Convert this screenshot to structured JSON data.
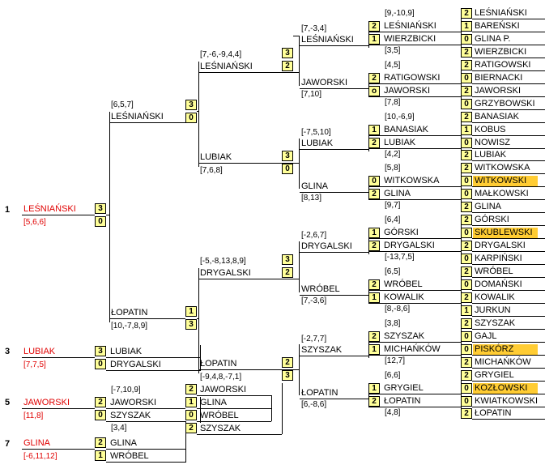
{
  "ranks": [
    "1",
    "3",
    "5",
    "7"
  ],
  "seed1": {
    "name": "LEŚNIAŃSKI",
    "note": "[5,6,6]",
    "score": "3",
    "opp_score": "0"
  },
  "seed3": {
    "name": "LUBIAK",
    "note": "[7,7,5]",
    "s1": "3",
    "n1": "LUBIAK",
    "s2": "0",
    "n2": "DRYGALSKI"
  },
  "seed5": {
    "name": "JAWORSKI",
    "note": "[11,8]",
    "top_note": "[-7,10,9]",
    "s1": "2",
    "n1": "JAWORSKI",
    "s2": "0",
    "n2": "SZYSZAK"
  },
  "seed7": {
    "name": "GLINA",
    "note": "[-6,11,12]",
    "top_note": "[3,4]",
    "s1": "2",
    "n1": "GLINA",
    "s2": "1",
    "n2": "WRÓBEL"
  },
  "p56": {
    "s1": "2",
    "n1": "JAWORSKI",
    "s2": "1",
    "n2": "GLINA",
    "s3": "0",
    "n3": "WRÓBEL",
    "s4": "2",
    "n4": "SZYSZAK"
  },
  "semi": {
    "top_name": "LEŚNIAŃSKI",
    "top_note": "[6,5,7]",
    "top_s": "3",
    "bot_s": "0",
    "low_name": "ŁOPATIN",
    "low_note": "[10,-7,8,9]",
    "low_s1": "1",
    "low_s2": "3"
  },
  "qf": {
    "a_name": "LEŚNIAŃSKI",
    "a_note": "[7,-6,-9,4,4]",
    "a_s1": "3",
    "a_s2": "2",
    "b_name": "LUBIAK",
    "b_note": "[7,6,8]",
    "b_s1": "3",
    "b_s2": "0",
    "c_name": "DRYGALSKI",
    "c_note": "[-5,-8,13,8,9]",
    "c_s1": "3",
    "c_s2": "2",
    "d_name": "ŁOPATIN",
    "d_note": "[-9,4,8,-7,1]",
    "d_s1": "2",
    "d_s2": "3"
  },
  "r16": [
    {
      "note_top": "[7,-3,4]",
      "name": "LEŚNIAŃSKI",
      "name2": "JAWORSKI",
      "note_bot": "[7,10]"
    },
    {
      "note_top": "[-7,5,10]",
      "name": "LUBIAK",
      "name2": "GLINA",
      "note_bot": "[8,13]"
    },
    {
      "note_top": "[-2,6,7]",
      "name": "DRYGALSKI",
      "name2": "WRÓBEL",
      "note_bot": "[7,-3,6]"
    },
    {
      "note_top": "[-2,7,7]",
      "name": "SZYSZAK",
      "name2": "ŁOPATIN",
      "note_bot": "[6,-8,6]"
    }
  ],
  "r32": [
    {
      "n1": "LEŚNIAŃSKI",
      "s1": "2",
      "n2": "WIERZBICKI",
      "s2": "1",
      "note_top": "[9,-10,9]",
      "note_bot": "[3,5]"
    },
    {
      "n1": "RATIGOWSKI",
      "s1": "2",
      "n2": "JAWORSKI",
      "s2": "o",
      "note_top": "[4,5]",
      "note_bot": "[7,8]"
    },
    {
      "n1": "BANASIAK",
      "s1": "1",
      "n2": "LUBIAK",
      "s2": "2",
      "note_top": "[10,-6,9]",
      "note_bot": "[4,2]"
    },
    {
      "n1": "WITKOWSKA",
      "s1": "0",
      "n2": "GLINA",
      "s2": "2",
      "note_top": "[5,8]",
      "note_bot": "[9,7]"
    },
    {
      "n1": "GÓRSKI",
      "s1": "1",
      "n2": "DRYGALSKI",
      "s2": "2",
      "note_top": "[6,4]",
      "note_bot": "[-13,7,5]"
    },
    {
      "n1": "WRÓBEL",
      "s1": "2",
      "n2": "KOWALIK",
      "s2": "1",
      "note_top": "[6,5]",
      "note_bot": "[8,-8,6]"
    },
    {
      "n1": "SZYSZAK",
      "s1": "2",
      "n2": "MICHAŃKÓW",
      "s2": "1",
      "note_top": "[3,8]",
      "note_bot": "[12,7]"
    },
    {
      "n1": "GRYGIEL",
      "s1": "1",
      "n2": "ŁOPATIN",
      "s2": "2",
      "note_top": "[6,6]",
      "note_bot": "[4,8]"
    }
  ],
  "r64": [
    {
      "s": "2",
      "n": "LEŚNIAŃSKI",
      "hl": false
    },
    {
      "s": "1",
      "n": "BAREŃSKI",
      "hl": false
    },
    {
      "s": "0",
      "n": "GLINA P.",
      "hl": false
    },
    {
      "s": "2",
      "n": "WIERZBICKI",
      "hl": false
    },
    {
      "s": "2",
      "n": "RATIGOWSKI",
      "hl": false
    },
    {
      "s": "0",
      "n": "BIERNACKI",
      "hl": false
    },
    {
      "s": "2",
      "n": "JAWORSKI",
      "hl": false
    },
    {
      "s": "0",
      "n": "GRZYBOWSKI",
      "hl": false
    },
    {
      "s": "2",
      "n": "BANASIAK",
      "hl": false
    },
    {
      "s": "1",
      "n": "KOBUS",
      "hl": false
    },
    {
      "s": "0",
      "n": "NOWISZ",
      "hl": false
    },
    {
      "s": "2",
      "n": "LUBIAK",
      "hl": false
    },
    {
      "s": "2",
      "n": "WITKOWSKA",
      "hl": false
    },
    {
      "s": "0",
      "n": "WITKOWSKI",
      "hl": true
    },
    {
      "s": "0",
      "n": "MAŁKOWSKI",
      "hl": false
    },
    {
      "s": "2",
      "n": "GLINA",
      "hl": false
    },
    {
      "s": "2",
      "n": "GÓRSKI",
      "hl": false
    },
    {
      "s": "0",
      "n": "SKUBLEWSKI",
      "hl": true
    },
    {
      "s": "2",
      "n": "DRYGALSKI",
      "hl": false
    },
    {
      "s": "0",
      "n": "KARPIŃSKI",
      "hl": false
    },
    {
      "s": "2",
      "n": "WRÓBEL",
      "hl": false
    },
    {
      "s": "0",
      "n": "DOMAŃSKI",
      "hl": false
    },
    {
      "s": "2",
      "n": "KOWALIK",
      "hl": false
    },
    {
      "s": "1",
      "n": "JURKUN",
      "hl": false
    },
    {
      "s": "2",
      "n": "SZYSZAK",
      "hl": false
    },
    {
      "s": "0",
      "n": "GAJL",
      "hl": false
    },
    {
      "s": "0",
      "n": "PISKÓRZ",
      "hl": true
    },
    {
      "s": "2",
      "n": "MICHAŃKÓW",
      "hl": false
    },
    {
      "s": "2",
      "n": "GRYGIEL",
      "hl": false
    },
    {
      "s": "0",
      "n": "KOZŁOWSKI",
      "hl": true
    },
    {
      "s": "0",
      "n": "KWIATKOWSKI",
      "hl": false
    },
    {
      "s": "2",
      "n": "ŁOPATIN",
      "hl": false
    }
  ]
}
